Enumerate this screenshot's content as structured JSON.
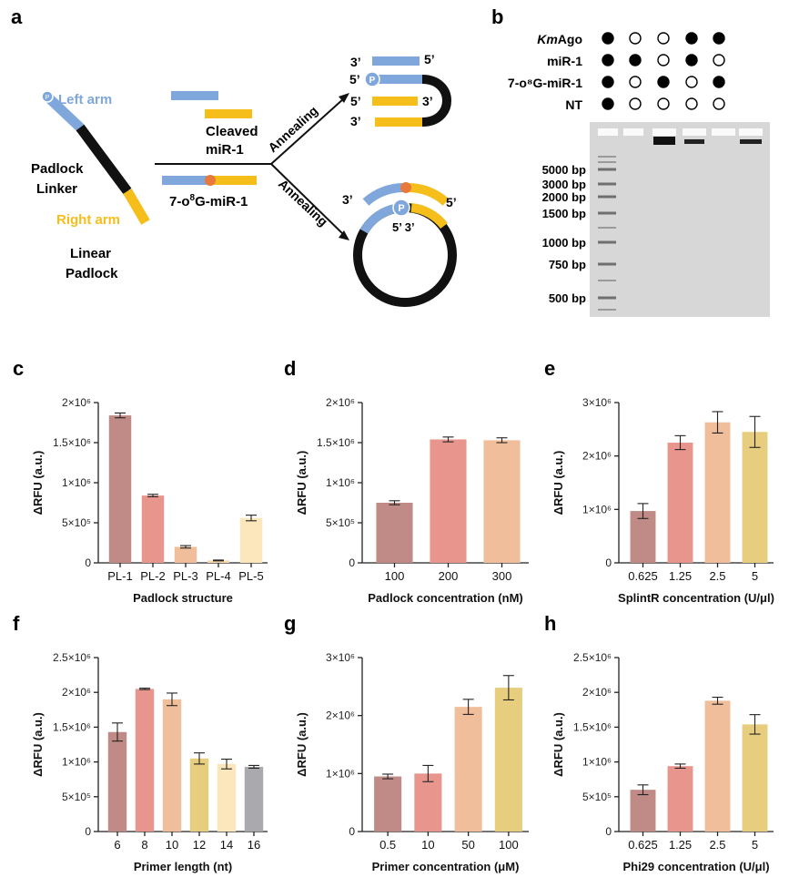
{
  "panels": {
    "a": "a",
    "b": "b",
    "c": "c",
    "d": "d",
    "e": "e",
    "f": "f",
    "g": "g",
    "h": "h"
  },
  "schematic": {
    "left_arm": "Left arm",
    "right_arm": "Right arm",
    "padlock_linker_1": "Padlock",
    "padlock_linker_2": "Linker",
    "linear_padlock_1": "Linear",
    "linear_padlock_2": "Padlock",
    "cleaved_1": "Cleaved",
    "cleaved_2": "miR-1",
    "modified_prefix": "7-o",
    "modified_sup": "8",
    "modified_suffix": "G-miR-1",
    "annealing_top": "Annealing",
    "annealing_bottom": "Annealing",
    "p_symbol": "P",
    "end3": "3’",
    "end5": "5’",
    "end53": "5’ 3’",
    "colors": {
      "blue": "#7FA7DB",
      "yellow": "#F5BE1B",
      "black": "#111111",
      "orange": "#E8793A"
    }
  },
  "gel": {
    "rows": [
      {
        "label_italic": "Km",
        "label": "Ago",
        "lanes": [
          true,
          false,
          false,
          true,
          true
        ]
      },
      {
        "label_italic": "",
        "label": "miR-1",
        "lanes": [
          true,
          true,
          false,
          true,
          false
        ]
      },
      {
        "label_italic": "",
        "label": "7-o⁸G-miR-1",
        "lanes": [
          true,
          false,
          true,
          false,
          true
        ]
      },
      {
        "label_italic": "",
        "label": "NT",
        "lanes": [
          true,
          false,
          false,
          false,
          false
        ]
      }
    ],
    "ladder": [
      "5000 bp",
      "3000 bp",
      "2000 bp",
      "1500 bp",
      "1000 bp",
      "750 bp",
      "500 bp"
    ]
  },
  "chart_data": [
    {
      "id": "c",
      "type": "bar",
      "categories": [
        "PL-1",
        "PL-2",
        "PL-3",
        "PL-4",
        "PL-5"
      ],
      "values": [
        1840000,
        840000,
        200000,
        30000,
        560000
      ],
      "errors": [
        30000,
        15000,
        15000,
        5000,
        35000
      ],
      "colors": [
        "#C08A86",
        "#E8958E",
        "#F0BE9B",
        "#F7D9AE",
        "#FCE6BB"
      ],
      "xlabel": "Padlock structure",
      "ylabel": "ΔRFU (a.u.)",
      "ylim": [
        0,
        2000000
      ],
      "yticks": [
        "0",
        "5×10⁵",
        "1×10⁶",
        "1.5×10⁶",
        "2×10⁶"
      ]
    },
    {
      "id": "d",
      "type": "bar",
      "categories": [
        "100",
        "200",
        "300"
      ],
      "values": [
        750000,
        1540000,
        1530000
      ],
      "errors": [
        25000,
        30000,
        30000
      ],
      "colors": [
        "#C08A86",
        "#E8958E",
        "#F0BE9B"
      ],
      "xlabel": "Padlock concentration (nM)",
      "ylabel": "ΔRFU (a.u.)",
      "ylim": [
        0,
        2000000
      ],
      "yticks": [
        "0",
        "5×10⁵",
        "1×10⁶",
        "1.5×10⁶",
        "2×10⁶"
      ]
    },
    {
      "id": "e",
      "type": "bar",
      "categories": [
        "0.625",
        "1.25",
        "2.5",
        "5"
      ],
      "values": [
        970000,
        2250000,
        2630000,
        2450000
      ],
      "errors": [
        140000,
        130000,
        200000,
        290000
      ],
      "colors": [
        "#C08A86",
        "#E8958E",
        "#F0BE9B",
        "#E7CD7E"
      ],
      "xlabel": "SplintR concentration (U/μl)",
      "ylabel": "ΔRFU (a.u.)",
      "ylim": [
        0,
        3000000
      ],
      "yticks": [
        "0",
        "1×10⁶",
        "2×10⁶",
        "3×10⁶"
      ]
    },
    {
      "id": "f",
      "type": "bar",
      "categories": [
        "6",
        "8",
        "10",
        "12",
        "14",
        "16"
      ],
      "values": [
        1430000,
        2050000,
        1900000,
        1050000,
        970000,
        930000
      ],
      "errors": [
        130000,
        10000,
        90000,
        80000,
        70000,
        20000
      ],
      "colors": [
        "#C08A86",
        "#E8958E",
        "#F0BE9B",
        "#E7CD7E",
        "#FCE6BB",
        "#A9A9AE"
      ],
      "xlabel": "Primer length (nt)",
      "ylabel": "ΔRFU (a.u.)",
      "ylim": [
        0,
        2500000
      ],
      "yticks": [
        "0",
        "5×10⁵",
        "1×10⁶",
        "1.5×10⁶",
        "2×10⁶",
        "2.5×10⁶"
      ]
    },
    {
      "id": "g",
      "type": "bar",
      "categories": [
        "0.5",
        "10",
        "50",
        "100"
      ],
      "values": [
        950000,
        1000000,
        2150000,
        2480000
      ],
      "errors": [
        40000,
        140000,
        130000,
        210000
      ],
      "colors": [
        "#C08A86",
        "#E8958E",
        "#F0BE9B",
        "#E7CD7E"
      ],
      "xlabel": "Primer concentration (μM)",
      "ylabel": "ΔRFU (a.u.)",
      "ylim": [
        0,
        3000000
      ],
      "yticks": [
        "0",
        "1×10⁶",
        "2×10⁶",
        "3×10⁶"
      ]
    },
    {
      "id": "h",
      "type": "bar",
      "categories": [
        "0.625",
        "1.25",
        "2.5",
        "5"
      ],
      "values": [
        600000,
        940000,
        1880000,
        1540000
      ],
      "errors": [
        70000,
        30000,
        50000,
        140000
      ],
      "colors": [
        "#C08A86",
        "#E8958E",
        "#F0BE9B",
        "#E7CD7E"
      ],
      "xlabel": "Phi29 concentration (U/μl)",
      "ylabel": "ΔRFU (a.u.)",
      "ylim": [
        0,
        2500000
      ],
      "yticks": [
        "0",
        "5×10⁵",
        "1×10⁶",
        "1.5×10⁶",
        "2×10⁶",
        "2.5×10⁶"
      ]
    }
  ]
}
